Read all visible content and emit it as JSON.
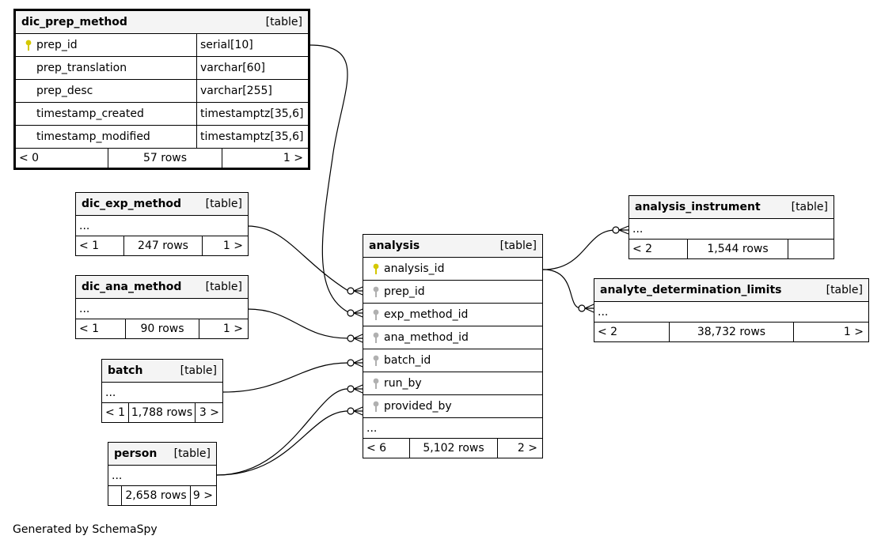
{
  "footer": "Generated by SchemaSpy",
  "tables": {
    "dic_prep_method": {
      "name": "dic_prep_method",
      "kind": "[table]",
      "columns": [
        {
          "name": "prep_id",
          "type": "serial[10]"
        },
        {
          "name": "prep_translation",
          "type": "varchar[60]"
        },
        {
          "name": "prep_desc",
          "type": "varchar[255]"
        },
        {
          "name": "timestamp_created",
          "type": "timestamptz[35,6]"
        },
        {
          "name": "timestamp_modified",
          "type": "timestamptz[35,6]"
        }
      ],
      "parents": "< 0",
      "rows": "57 rows",
      "children": "1 >"
    },
    "dic_exp_method": {
      "name": "dic_exp_method",
      "kind": "[table]",
      "more": "...",
      "parents": "< 1",
      "rows": "247 rows",
      "children": "1 >"
    },
    "dic_ana_method": {
      "name": "dic_ana_method",
      "kind": "[table]",
      "more": "...",
      "parents": "< 1",
      "rows": "90 rows",
      "children": "1 >"
    },
    "batch": {
      "name": "batch",
      "kind": "[table]",
      "more": "...",
      "parents": "< 1",
      "rows": "1,788 rows",
      "children": "3 >"
    },
    "person": {
      "name": "person",
      "kind": "[table]",
      "more": "...",
      "parents": "",
      "rows": "2,658 rows",
      "children": "9 >"
    },
    "analysis": {
      "name": "analysis",
      "kind": "[table]",
      "columns": [
        {
          "name": "analysis_id"
        },
        {
          "name": "prep_id"
        },
        {
          "name": "exp_method_id"
        },
        {
          "name": "ana_method_id"
        },
        {
          "name": "batch_id"
        },
        {
          "name": "run_by"
        },
        {
          "name": "provided_by"
        }
      ],
      "more": "...",
      "parents": "< 6",
      "rows": "5,102 rows",
      "children": "2 >"
    },
    "analysis_instrument": {
      "name": "analysis_instrument",
      "kind": "[table]",
      "more": "...",
      "parents": "< 2",
      "rows": "1,544 rows",
      "children": ""
    },
    "analyte_determination_limits": {
      "name": "analyte_determination_limits",
      "kind": "[table]",
      "more": "...",
      "parents": "< 2",
      "rows": "38,732 rows",
      "children": "1 >"
    }
  },
  "colors": {
    "primary_key": "#d4c800",
    "foreign_key": "#b0b0b0",
    "header_bg": "#f4f4f4"
  }
}
